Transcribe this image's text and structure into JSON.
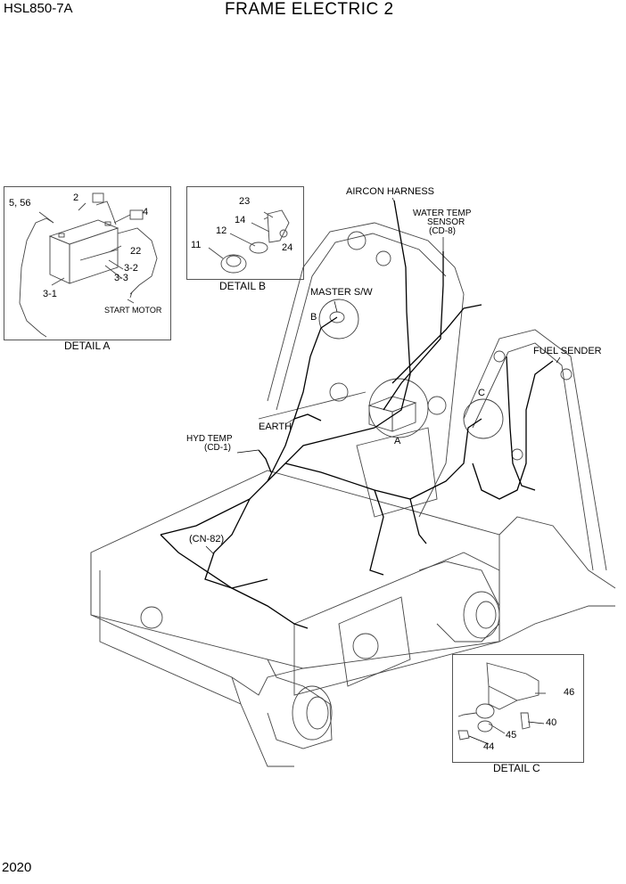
{
  "header": {
    "model": "HSL850-7A",
    "title": "FRAME ELECTRIC 2"
  },
  "footer": {
    "page_number": "2020"
  },
  "detail_a": {
    "caption": "DETAIL A",
    "callouts": [
      "5, 56",
      "2",
      "4",
      "22",
      "3-2",
      "3-3",
      "3-1"
    ],
    "start_motor": "START MOTOR"
  },
  "detail_b": {
    "caption": "DETAIL B",
    "callouts": [
      "23",
      "14",
      "12",
      "11",
      "24"
    ]
  },
  "detail_c": {
    "caption": "DETAIL C",
    "callouts": [
      "46",
      "40",
      "45",
      "44"
    ]
  },
  "main": {
    "aircon_harness": "AIRCON HARNESS",
    "water_temp_1": "WATER TEMP",
    "water_temp_2": "SENSOR",
    "water_temp_3": "(CD-8)",
    "master_sw": "MASTER S/W",
    "fuel_sender": "FUEL SENDER",
    "hyd_temp_1": "HYD TEMP",
    "hyd_temp_2": "(CD-1)",
    "earth": "EARTH",
    "cn82": "(CN-82)",
    "ref_a": "A",
    "ref_b": "B",
    "ref_c": "C"
  }
}
